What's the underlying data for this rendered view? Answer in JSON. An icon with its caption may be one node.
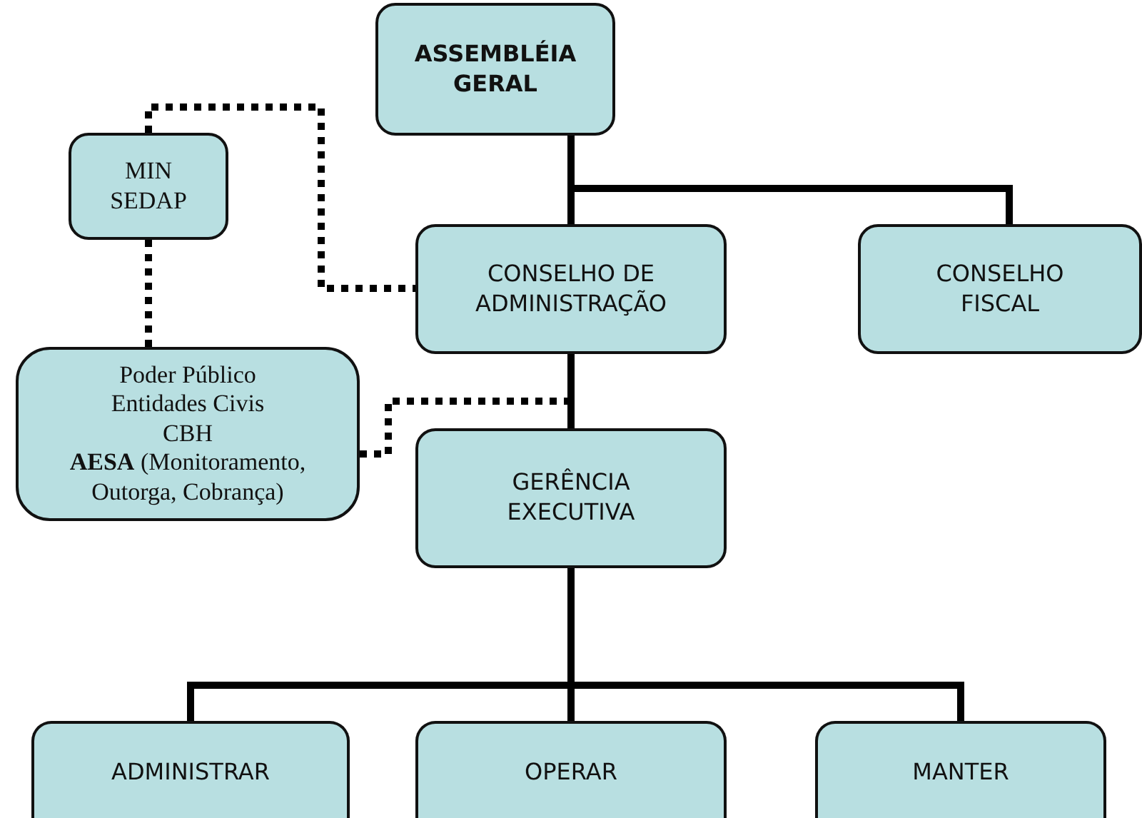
{
  "diagram": {
    "nodes": [
      {
        "text": [
          "ASSEMBLÉIA GERAL"
        ]
      },
      {
        "text": [
          "MIN SEDAP"
        ]
      },
      {
        "text": [
          "CONSELHO DE ADMINISTRAÇÃO"
        ]
      },
      {
        "text": [
          "CONSELHO FISCAL"
        ]
      },
      {
        "text": [
          "Poder Público",
          "Entidades Civis",
          "CBH",
          "**AESA** (Monitoramento, Outorga, Cobrança)"
        ]
      },
      {
        "text": [
          "GERÊNCIA EXECUTIVA"
        ]
      },
      {
        "text": [
          "ADMINISTRAR"
        ]
      },
      {
        "text": [
          "OPERAR"
        ]
      },
      {
        "text": [
          "MANTER"
        ]
      }
    ],
    "edges": [
      {
        "from": 0,
        "to": 2,
        "arrow": "none"
      },
      {
        "from": 0,
        "to": 3,
        "arrow": "none"
      },
      {
        "from": 1,
        "to": 2,
        "arrow": "none",
        "style": "dashed"
      },
      {
        "from": 1,
        "to": 4,
        "arrow": "none",
        "style": "dashed"
      },
      {
        "from": 2,
        "to": 5,
        "arrow": "none"
      },
      {
        "from": 4,
        "to": 5,
        "arrow": "none",
        "style": "dashed"
      },
      {
        "from": 5,
        "to": 6,
        "arrow": "none"
      },
      {
        "from": 5,
        "to": 7,
        "arrow": "none"
      },
      {
        "from": 5,
        "to": 8,
        "arrow": "none"
      }
    ]
  }
}
